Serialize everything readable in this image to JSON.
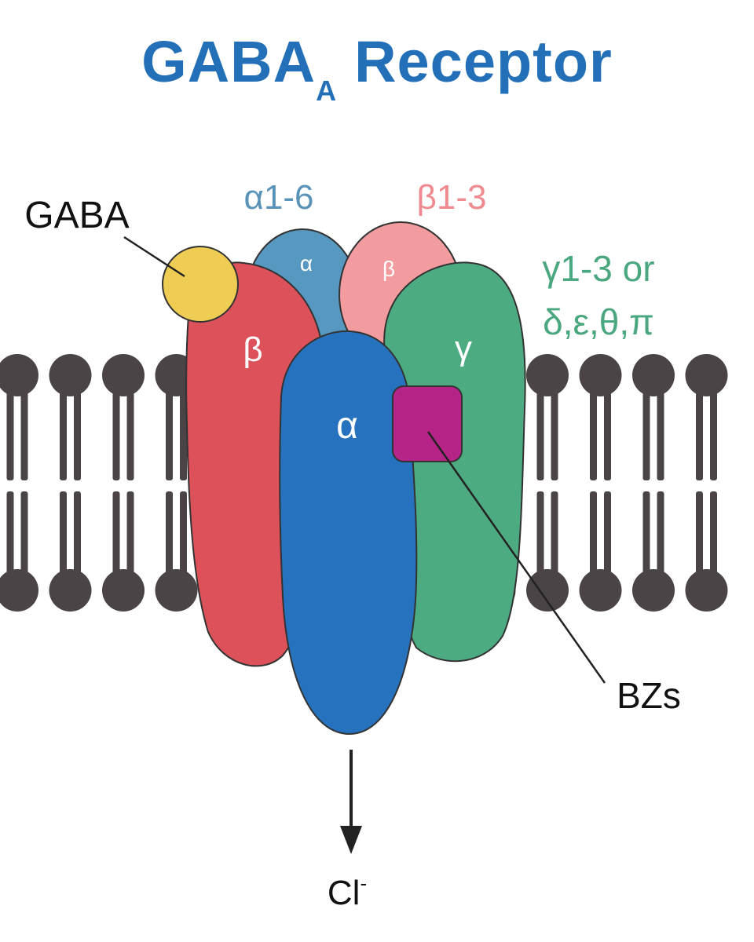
{
  "title": {
    "main": "GABA",
    "subscript": "A",
    "rest": "Receptor"
  },
  "labels": {
    "gaba": "GABA",
    "alpha_isoforms": "α1-6",
    "beta_isoforms": "β1-3",
    "gamma_line1": "γ1-3 or",
    "gamma_line2": "δ,ε,θ,π",
    "bzs": "BZs",
    "chloride": "Cl",
    "chloride_charge": "-"
  },
  "subunits": {
    "alpha_back": "α",
    "beta_back": "β",
    "beta_front": "β",
    "alpha_front": "α",
    "gamma_front": "γ"
  },
  "colors": {
    "title": "#2370b8",
    "alpha_label": "#5a93b8",
    "beta_label": "#ef8a90",
    "gamma_label": "#4aa77f",
    "membrane": "#4a4446",
    "beta_subunit": "#dd525a",
    "alpha_subunit": "#2672be",
    "alpha_back_subunit": "#5698c0",
    "beta_back_subunit": "#f29ca0",
    "gamma_subunit": "#4dab82",
    "gaba_ligand": "#efcd55",
    "bz_site": "#b72488"
  }
}
